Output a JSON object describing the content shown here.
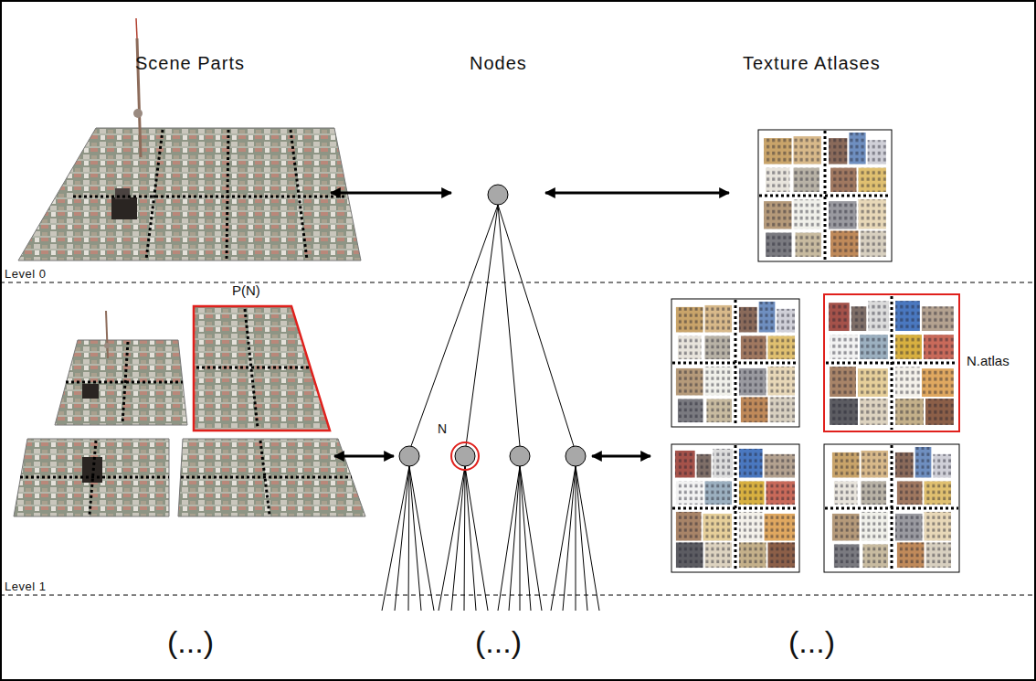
{
  "diagram": {
    "nodes": [
      {
        "text": [
          "N"
        ]
      },
      {
        "text": [
          "P(N)"
        ]
      },
      {
        "text": [
          "N.atlas"
        ]
      }
    ],
    "labels": [
      "Scene Parts",
      "Nodes",
      "Texture Atlases",
      "Level 0",
      "Level 1",
      "(...)",
      "(...)",
      "(...)"
    ]
  }
}
